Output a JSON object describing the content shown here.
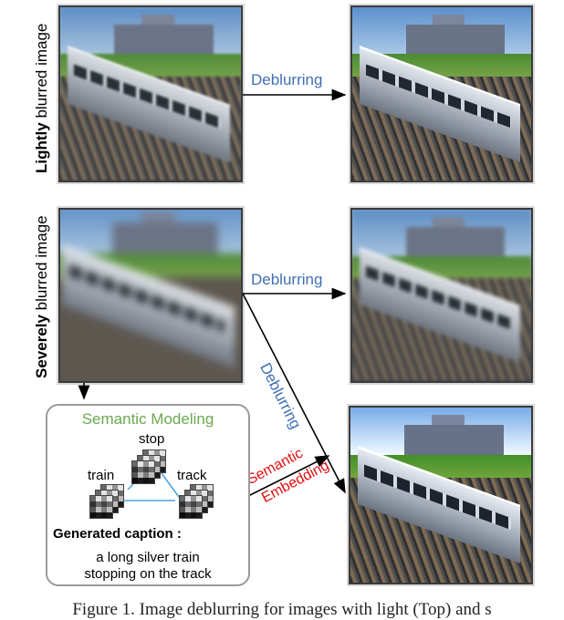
{
  "figure": {
    "labels": {
      "light_bold": "Lightly",
      "light_rest": " blurred image",
      "severe_bold": "Severely",
      "severe_rest": " blurred image"
    },
    "arrows": {
      "deblurring_top": "Deblurring",
      "deblurring_middle": "Deblurring",
      "deblurring_diagonal": "Deblurring",
      "semantic": "Semantic",
      "embedding": "Embedding"
    },
    "semantic_box": {
      "title": "Semantic Modeling",
      "words": [
        "stop",
        "train",
        "track"
      ],
      "generated_caption_label": "Generated caption :",
      "caption_line1": "a  long  silver  train",
      "caption_line2": "stopping on the track"
    },
    "caption": "Figure 1. Image deblurring for images with light (Top) and s"
  },
  "colors": {
    "deblurring_text": "#3f6fb5",
    "semantic_title": "#6aa84f",
    "semantic_embedding": "#e01010"
  }
}
